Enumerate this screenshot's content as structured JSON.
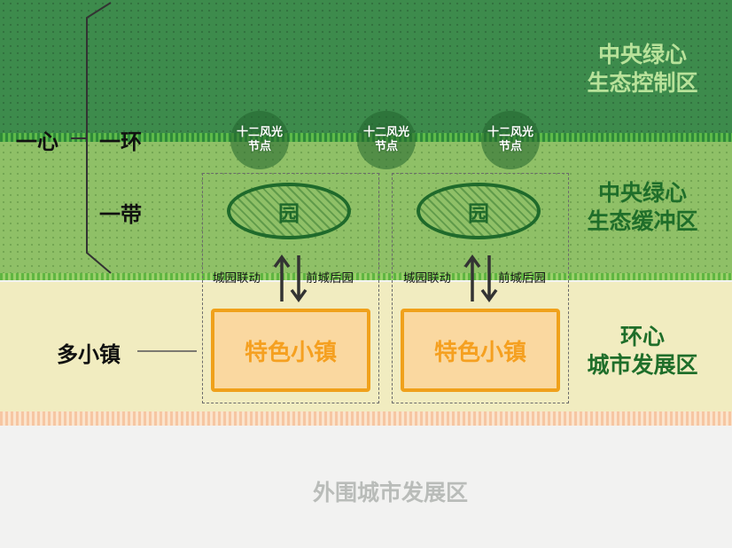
{
  "zones": {
    "core": [
      "中央绿心",
      "生态控制区"
    ],
    "buffer": [
      "中央绿心",
      "生态缓冲区"
    ],
    "ring": [
      "环心",
      "城市发展区"
    ],
    "outer": "外围城市发展区"
  },
  "structure": {
    "one_core": "一心",
    "one_ring": "一环",
    "one_belt": "一带",
    "many_towns": "多小镇"
  },
  "node_label": [
    "十二风光",
    "节点"
  ],
  "groups": [
    {
      "garden": "园",
      "link_left": "城园联动",
      "link_right": "前城后园",
      "town": "特色小镇"
    },
    {
      "garden": "园",
      "link_left": "城园联动",
      "link_right": "前城后园",
      "town": "特色小镇"
    }
  ],
  "colors": {
    "core": "#3d8b4c",
    "buffer": "#8fc067",
    "ring": "#f1ecc0",
    "outer": "#f2f2f1",
    "town_border": "#f0a11b",
    "town_fill": "#fad8a0"
  }
}
